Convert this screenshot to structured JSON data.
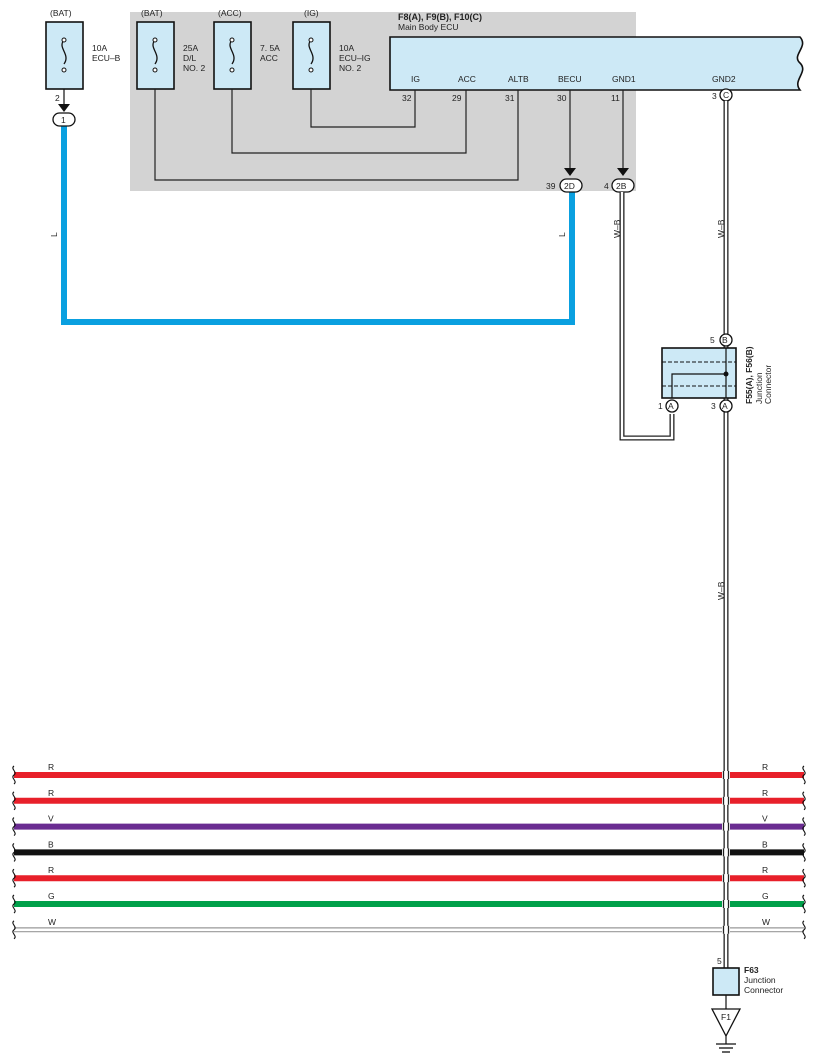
{
  "fuses": [
    {
      "source": "(BAT)",
      "rating": "10A",
      "name": "ECU–B",
      "name2": ""
    },
    {
      "source": "(BAT)",
      "rating": "25A",
      "name": "D/L",
      "name2": "NO. 2"
    },
    {
      "source": "(ACC)",
      "rating": "7. 5A",
      "name": "ACC",
      "name2": ""
    },
    {
      "source": "(IG)",
      "rating": "10A",
      "name": "ECU–IG",
      "name2": "NO. 2"
    }
  ],
  "ecu": {
    "title": "F8(A), F9(B), F10(C)",
    "subtitle": "Main Body ECU",
    "pins": [
      {
        "label": "IG",
        "num": "32"
      },
      {
        "label": "ACC",
        "num": "29"
      },
      {
        "label": "ALTB",
        "num": "31"
      },
      {
        "label": "BECU",
        "num": "30"
      },
      {
        "label": "GND1",
        "num": "11"
      },
      {
        "label": "GND2",
        "num": "3"
      }
    ],
    "gnd2_connector": "C"
  },
  "connectors": {
    "fuse_pin": "2",
    "fuse_conn": "1",
    "becu_pin": "39",
    "becu_conn": "2D",
    "gnd1_pin": "4",
    "gnd1_conn": "2B"
  },
  "wires": {
    "l_left": "L",
    "l_right": "L",
    "wb_gnd1": "W–B",
    "wb_gnd2": "W–B",
    "wb_lower": "W–B"
  },
  "junction1": {
    "title": "F55(A), F56(B)",
    "line1": "Junction",
    "line2": "Connector",
    "pin_b_num": "5",
    "pin_b": "B",
    "pin_a1_num": "1",
    "pin_a1": "A",
    "pin_a3_num": "3",
    "pin_a3": "A"
  },
  "junction2": {
    "title": "F63",
    "line1": "Junction",
    "line2": "Connector",
    "pin": "5"
  },
  "ground": {
    "label": "F1"
  },
  "bus_wires": [
    {
      "label": "R",
      "color": "#e8202a"
    },
    {
      "label": "R",
      "color": "#e8202a"
    },
    {
      "label": "V",
      "color": "#6a2c91"
    },
    {
      "label": "B",
      "color": "#111111"
    },
    {
      "label": "R",
      "color": "#e8202a"
    },
    {
      "label": "G",
      "color": "#00a04a"
    },
    {
      "label": "W",
      "color": "#ffffff"
    }
  ],
  "colors": {
    "fuse_fill": "#cde9f6",
    "ecu_fill": "#cde9f6",
    "shade": "#d3d3d3",
    "blue_wire": "#0aa0e0"
  }
}
